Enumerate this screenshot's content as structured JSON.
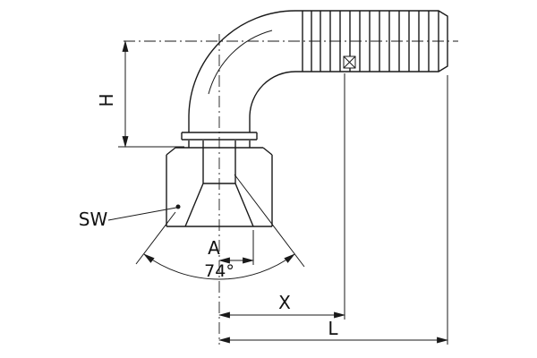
{
  "drawing": {
    "dimension_labels": {
      "h": "H",
      "sw": "SW",
      "a": "A",
      "angle": "74°",
      "x": "X",
      "l": "L"
    },
    "colors": {
      "line": "#1a1a1a",
      "background": "#ffffff"
    }
  }
}
